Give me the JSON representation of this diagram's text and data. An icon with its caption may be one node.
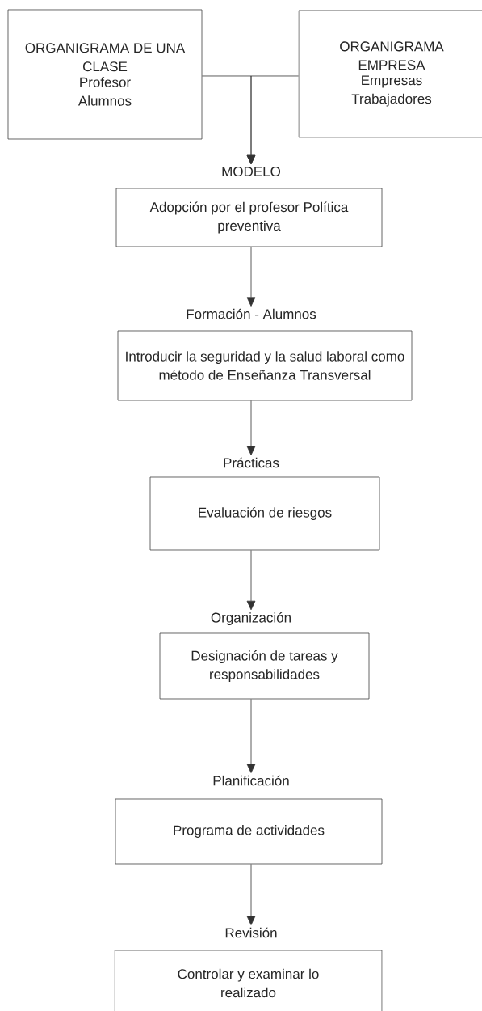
{
  "diagram": {
    "nodes": [
      {
        "text": [
          "ORGANIGRAMA DE UNA CLASE",
          "Profesor Alumnos"
        ]
      },
      {
        "text": [
          "ORGANIGRAMA EMPRESA",
          "Empresas Trabajadores"
        ]
      },
      {
        "text": [
          "MODELO",
          "Adopción por el profesor Política preventiva"
        ]
      },
      {
        "text": [
          "Formación - Alumnos",
          "Introducir la seguridad y la salud laboral como método de Enseñanza Transversal"
        ]
      },
      {
        "text": [
          "Prácticas",
          "Evaluación de riesgos"
        ]
      },
      {
        "text": [
          "Organización",
          "Designación de tareas y responsabilidades"
        ]
      },
      {
        "text": [
          "Planificación",
          "Programa de actividades"
        ]
      },
      {
        "text": [
          "Revisión",
          "Controlar y examinar lo realizado"
        ]
      }
    ],
    "edges": [
      {
        "from": 0,
        "to": 2,
        "arrow": "to"
      },
      {
        "from": 1,
        "to": 2,
        "arrow": "to"
      },
      {
        "from": 2,
        "to": 3,
        "arrow": "to"
      },
      {
        "from": 3,
        "to": 4,
        "arrow": "to"
      },
      {
        "from": 4,
        "to": 5,
        "arrow": "to"
      },
      {
        "from": 5,
        "to": 6,
        "arrow": "to"
      },
      {
        "from": 6,
        "to": 7,
        "arrow": "to"
      }
    ]
  }
}
